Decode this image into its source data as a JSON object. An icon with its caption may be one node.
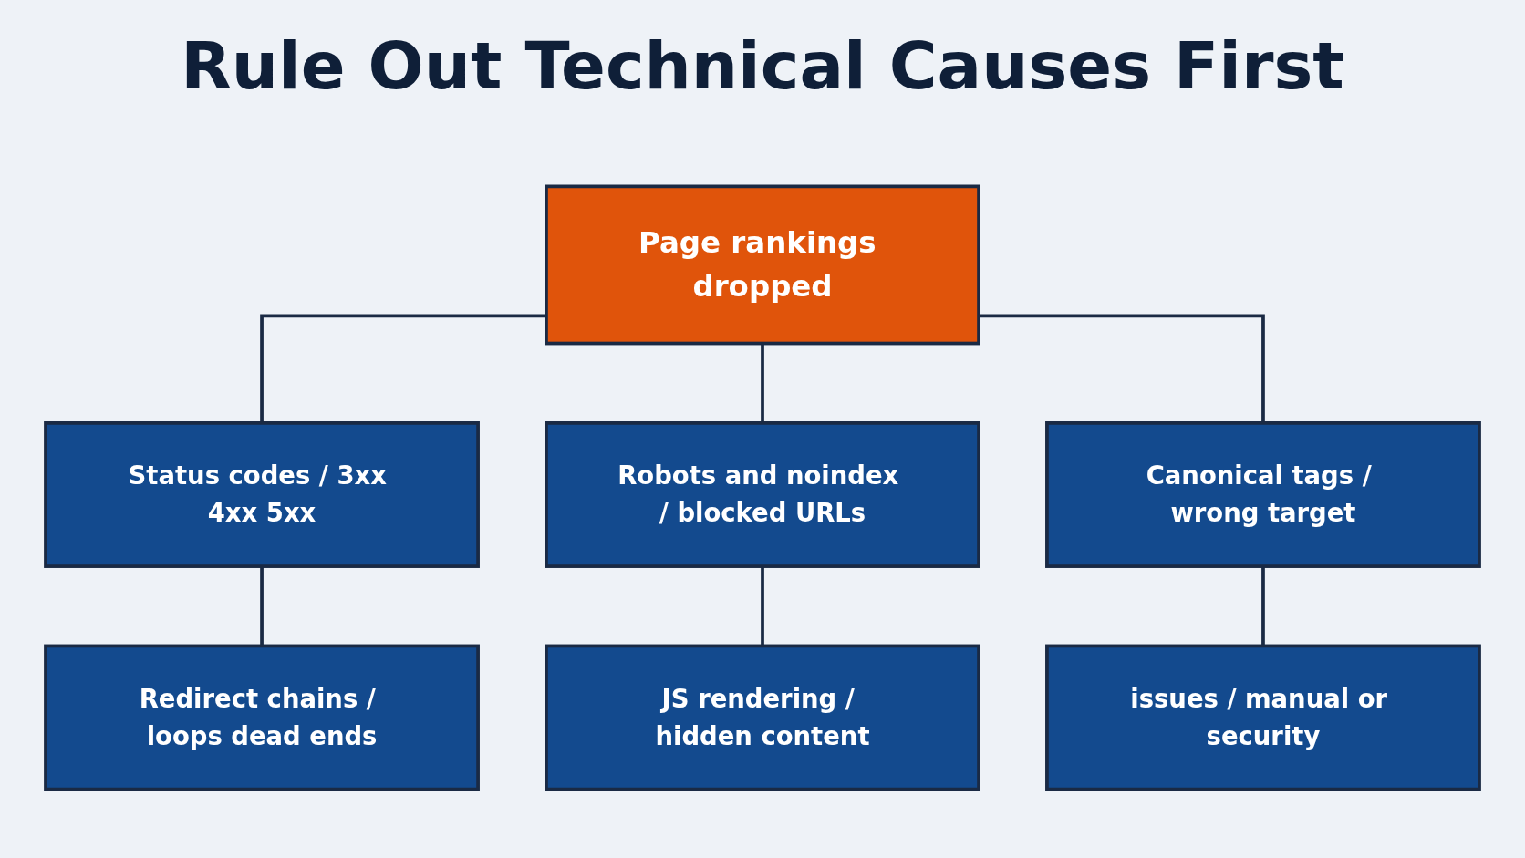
{
  "diagram": {
    "title": "Rule Out Technical Causes First",
    "nodes": [
      {
        "text": [
          "Page rankings dropped"
        ]
      },
      {
        "text": [
          "Status codes / 3xx 4xx 5xx"
        ]
      },
      {
        "text": [
          "Robots and noindex / blocked URLs"
        ]
      },
      {
        "text": [
          "Canonical tags / wrong target"
        ]
      },
      {
        "text": [
          "Redirect chains / loops dead ends"
        ]
      },
      {
        "text": [
          "JS rendering / hidden content"
        ]
      },
      {
        "text": [
          "issues / manual or security"
        ]
      }
    ],
    "edges": [
      {
        "from": 0,
        "to": 1,
        "arrow": "none"
      },
      {
        "from": 0,
        "to": 2,
        "arrow": "none"
      },
      {
        "from": 0,
        "to": 3,
        "arrow": "none"
      },
      {
        "from": 1,
        "to": 4,
        "arrow": "none"
      },
      {
        "from": 2,
        "to": 5,
        "arrow": "none"
      },
      {
        "from": 3,
        "to": 6,
        "arrow": "none"
      }
    ]
  }
}
